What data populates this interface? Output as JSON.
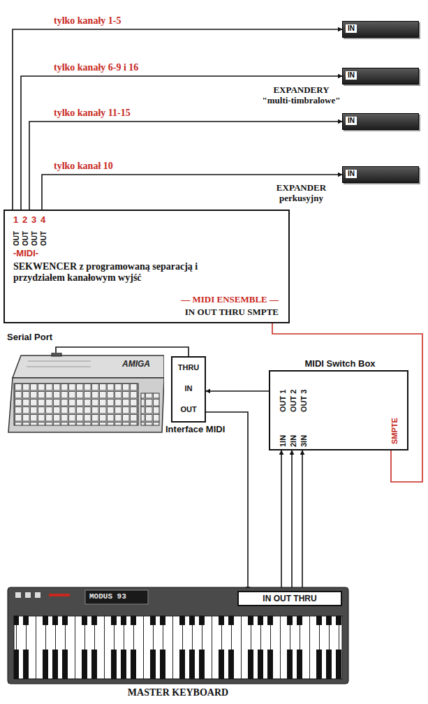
{
  "diagram": {
    "nodes": [
      {
        "text": [
          "IN"
        ]
      },
      {
        "text": [
          "IN"
        ]
      },
      {
        "text": [
          "IN"
        ]
      },
      {
        "text": [
          "IN"
        ]
      },
      {
        "text": [
          "1",
          "2",
          "3",
          "4",
          "OUT",
          "OUT",
          "OUT",
          "OUT",
          "-MIDI-",
          "SEKWENCER z programowaną separacją i przydziałem kanałowym wyjść",
          "— MIDI ENSEMBLE —",
          "IN OUT THRU SMPTE"
        ]
      },
      {
        "text": [
          "AMIGA"
        ]
      },
      {
        "text": [
          "THRU",
          "IN",
          "OUT",
          "Interface MIDI"
        ]
      },
      {
        "text": [
          "MIDI Switch Box",
          "OUT 1",
          "OUT 2",
          "OUT 3",
          "1IN",
          "2IN",
          "3IN",
          "SMPTE"
        ]
      },
      {
        "text": [
          "MODUS 93",
          "MASTER KEYBOARD"
        ]
      },
      {
        "text": [
          "IN OUT THRU"
        ],
        "in": 8
      }
    ],
    "edges": [
      {
        "from": 4,
        "to": 0,
        "arrow": "to",
        "label": "tylko kanały 1-5"
      },
      {
        "from": 4,
        "to": 1,
        "arrow": "to",
        "label": "tylko kanały 6-9 i 16"
      },
      {
        "from": 4,
        "to": 2,
        "arrow": "to",
        "label": "tylko kanały 11-15"
      },
      {
        "from": 4,
        "to": 3,
        "arrow": "to",
        "label": "tylko kanał 10"
      },
      {
        "from": 5,
        "to": 6,
        "arrow": "none"
      },
      {
        "from": 7,
        "to": 6,
        "arrow": "to"
      },
      {
        "from": 6,
        "to": 9,
        "arrow": "to"
      },
      {
        "from": 9,
        "to": 7,
        "arrow": "to"
      },
      {
        "from": 9,
        "to": 7,
        "arrow": "to"
      },
      {
        "from": 9,
        "to": 7,
        "arrow": "to"
      },
      {
        "from": 4,
        "to": 7,
        "arrow": "none"
      }
    ],
    "labels": [
      "EXPANDERY \"multi-timbralowe\"",
      "EXPANDER perkusyjny",
      "Serial Port"
    ]
  }
}
